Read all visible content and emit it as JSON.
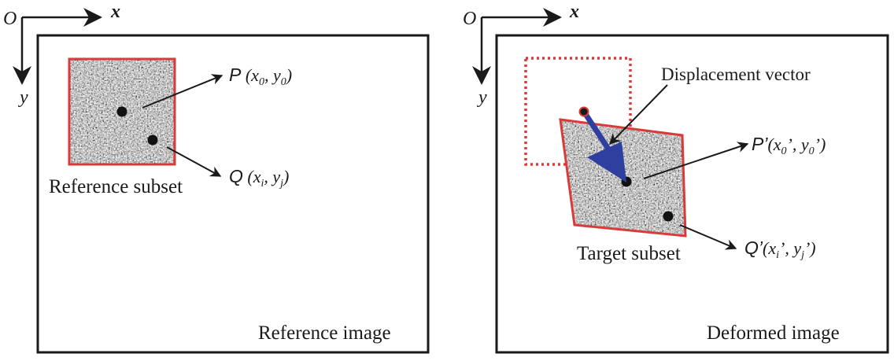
{
  "left_panel": {
    "origin_label": "O",
    "x_axis_label": "x",
    "y_axis_label": "y",
    "subset_caption": "Reference subset",
    "image_caption": "Reference image",
    "point_p": {
      "letter": "P",
      "open": " (",
      "x": "x",
      "x_sub": "0",
      "sep": ", ",
      "y": "y",
      "y_sub": "0",
      "close": ")"
    },
    "point_q": {
      "letter": "Q",
      "open": " (",
      "x": "x",
      "x_sub": "i",
      "sep": ", ",
      "y": "y",
      "y_sub": "j",
      "close": ")"
    }
  },
  "right_panel": {
    "origin_label": "O",
    "x_axis_label": "x",
    "y_axis_label": "y",
    "subset_caption": "Target subset",
    "image_caption": "Deformed image",
    "vector_caption": "Displacement vector",
    "point_p": {
      "letter": "P’",
      "open": "(",
      "x": "x",
      "x_sub": "0",
      "x_prime": "’",
      "sep": ", ",
      "y": "y",
      "y_sub": "0",
      "y_prime": "’",
      "close": ")"
    },
    "point_q": {
      "letter": "Q’",
      "open": "(",
      "x": "x",
      "x_sub": "i",
      "x_prime": "’",
      "sep": ", ",
      "y": "y",
      "y_sub": "j",
      "y_prime": "’",
      "close": ")"
    }
  },
  "colors": {
    "frame": "#1a1a1a",
    "subset_border": "#d93a3a",
    "displacement_arrow": "#2f3fa0",
    "speckle_light": "#e8e8e8",
    "speckle_dark": "#3a3a3a"
  }
}
